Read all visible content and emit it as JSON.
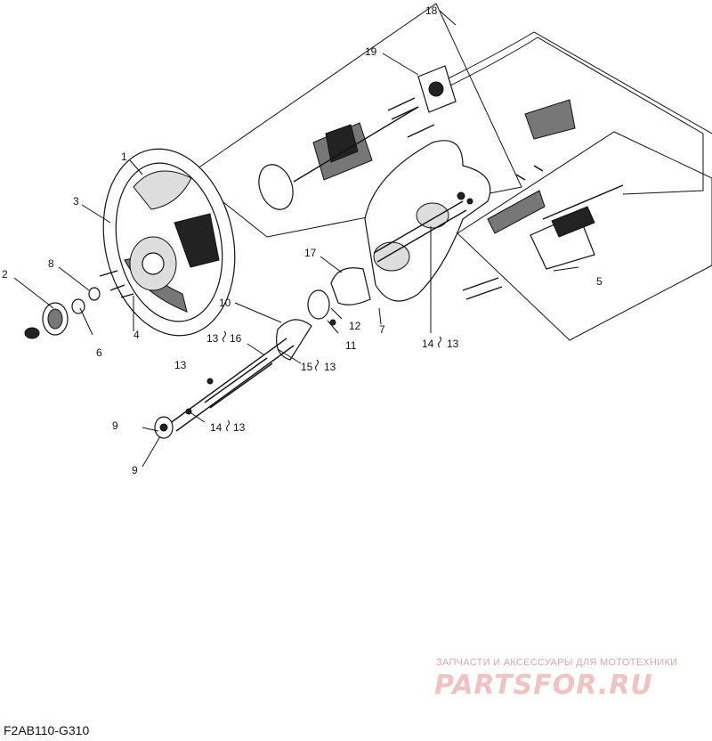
{
  "diagram": {
    "drawing_code": "F2AB110-G310",
    "callouts": {
      "c1": "1",
      "c2": "2",
      "c3": "3",
      "c4": "4",
      "c5": "5",
      "c6": "6",
      "c7": "7",
      "c8": "8",
      "c9a": "9",
      "c9b": "9",
      "c10": "10",
      "c11": "11",
      "c12": "12",
      "c13a": "13",
      "c13b": "13",
      "c16": "16",
      "c15_13": "15",
      "c15_13b": "13",
      "c17": "17",
      "c18": "18",
      "c19": "19",
      "c14_13_left": "14",
      "c14_13_leftb": "13",
      "c14_13_right": "14",
      "c14_13_rightb": "13"
    }
  },
  "watermark": {
    "tagline": "ЗАПЧАСТИ И АКСЕССУАРЫ ДЛЯ МОТОТЕХНИКИ",
    "logo": "PARTSFOR.RU"
  }
}
